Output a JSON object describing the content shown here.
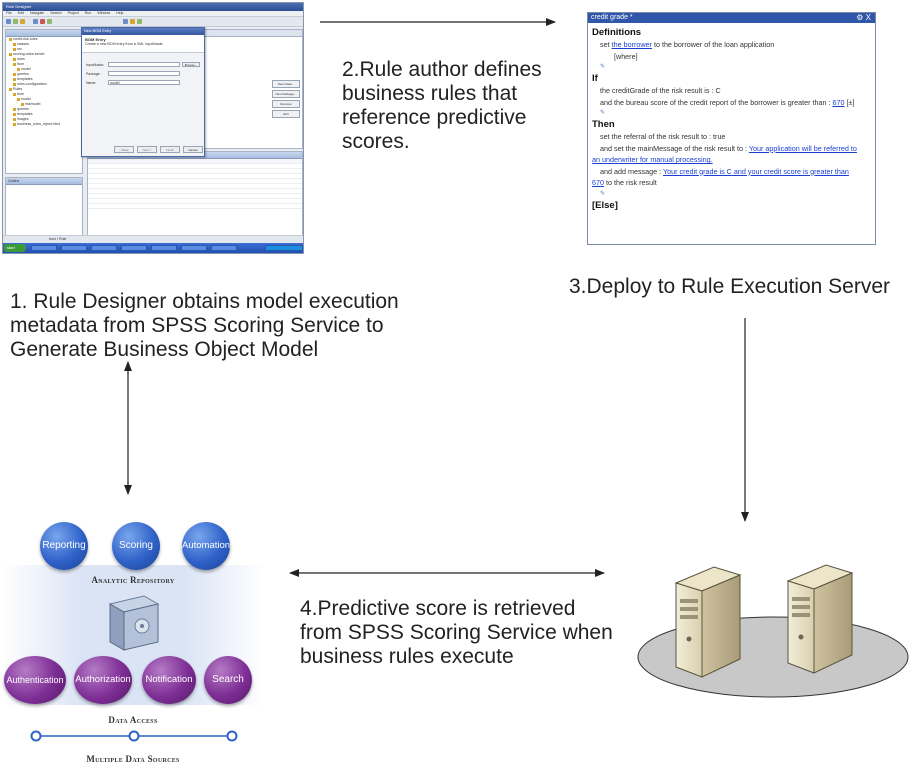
{
  "steps": {
    "step1": [
      "1. Rule Designer obtains model execution",
      "metadata from SPSS Scoring Service to",
      "Generate Business Object Model"
    ],
    "step2": [
      "2.Rule author defines",
      "business rules that",
      "reference predictive",
      "scores."
    ],
    "step3": "3.Deploy to Rule Execution Server",
    "step4": [
      "4.Predictive score is retrieved",
      "from SPSS Scoring Service when",
      "business rules execute"
    ]
  },
  "ide": {
    "menu": [
      "File",
      "Edit",
      "Navigate",
      "Search",
      "Project",
      "Run",
      "Window",
      "Help"
    ],
    "dialog_title": "New BOM Entry",
    "dialog_heading": "BOM Entry",
    "dialog_subtitle": "Create a new BOM entry from a XML input/loads",
    "fields": [
      {
        "label": "Input/loads:",
        "value": ""
      },
      {
        "label": "Package:",
        "value": ""
      },
      {
        "label": "Name:",
        "value": "model"
      }
    ],
    "browse_label": "Browse...",
    "buttons": [
      "< Back",
      "Next >",
      "Finish",
      "Cancel"
    ],
    "tree": [
      "credit-risk-rules",
      "classes",
      "src",
      "scoring-rules-server",
      "rules",
      "bom",
      "model",
      "queries",
      "templates",
      "rules-configuration",
      "Rules",
      "bom",
      "model",
      "riskmodel",
      "queries",
      "templates",
      "images",
      "business_rules_report.html"
    ],
    "outline_title": "Outline",
    "right_buttons": [
      "New Class...",
      "New Package...",
      "Remove",
      "Edit"
    ],
    "bottom_tabs": "Package   Class   Member   model.bom   model.bcc",
    "status": "bom / Rule",
    "start_label": "start"
  },
  "rule_editor": {
    "title": "credit grade *",
    "controls": "⚙ X",
    "definitions": "Definitions",
    "def_line_pre": "set ",
    "def_line_link": "the borrower",
    "def_line_post": " to the borrower of the loan application",
    "where": "[where]",
    "if": "If",
    "if_line1": "the creditGrade of the risk result is : C",
    "if_line2_pre": "and the bureau score of the credit report of the borrower is greater than : ",
    "if_line2_link": "670",
    "if_line2_post": " [±]",
    "then": "Then",
    "then_line1": "set the referral of the risk result to : true",
    "then_line2_pre": "and set the mainMessage of the risk result to : ",
    "then_line2_link": "Your application will be referred to",
    "then_line2_link2": "an underwriter for manual processing.",
    "then_line3_pre": "and add message : ",
    "then_line3_link": "Your credit grade is C and your credit score is greater than",
    "then_line3_link2": "670",
    "then_line3_post": " to the risk result",
    "else": "[Else]"
  },
  "spss": {
    "top_buttons": [
      "Reporting",
      "Scoring",
      "Automation"
    ],
    "repository_label": "Analytic Repository",
    "bottom_buttons": [
      "Authentication",
      "Authorization",
      "Notification",
      "Search"
    ],
    "data_access_label": "Data Access",
    "sources_label": "Multiple Data Sources"
  },
  "colors": {
    "rule_titlebar": "#2f56a8",
    "link": "#1a3fd1",
    "blue_button": "#2f62c8",
    "purple_button": "#7e2e95",
    "arrow": "#222222"
  }
}
